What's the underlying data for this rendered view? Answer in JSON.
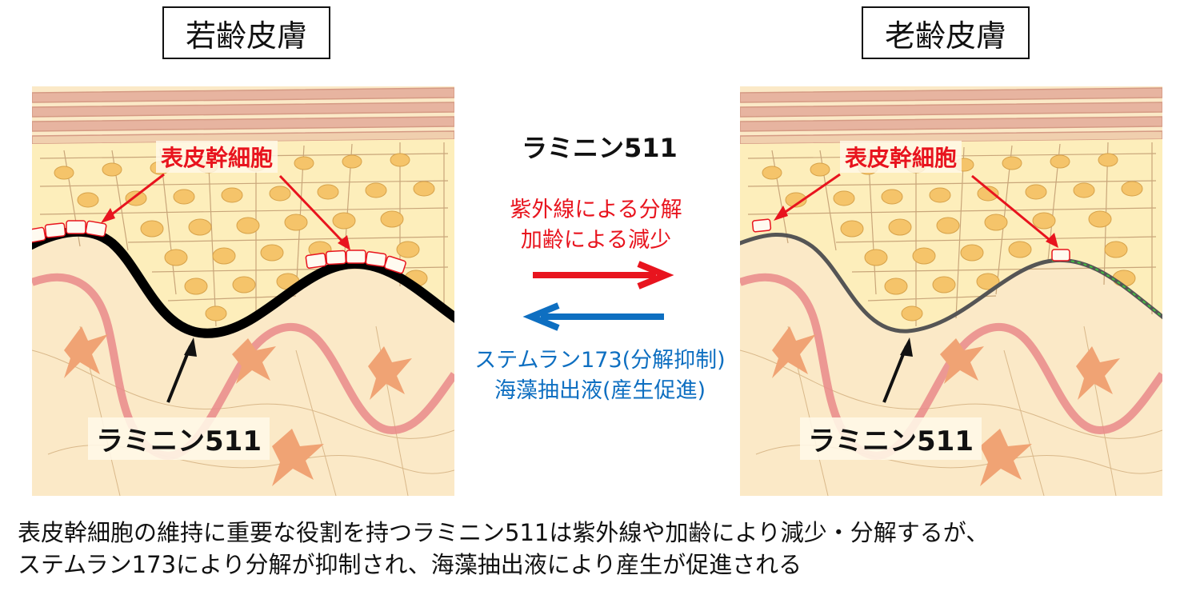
{
  "titles": {
    "young": "若齢皮膚",
    "aged": "老齢皮膚"
  },
  "young_panel": {
    "stem_cell_label": "表皮幹細胞",
    "laminin_label": "ラミニン511"
  },
  "aged_panel": {
    "stem_cell_label": "表皮幹細胞",
    "laminin_label": "ラミニン511"
  },
  "center": {
    "title": "ラミニン511",
    "degrade_line1": "紫外線による分解",
    "degrade_line2": "加齢による減少",
    "protect_line1": "ステムラン173(分解抑制)",
    "protect_line2": "海藻抽出液(産生促進)"
  },
  "caption": {
    "line1": "表皮幹細胞の維持に重要な役割を持つラミニン511は紫外線や加齢により減少・分解するが、",
    "line2": "ステムラン173により分解が抑制され、海藻抽出液により産生が促進される"
  },
  "colors": {
    "red": "#e8141e",
    "blue": "#0e6fc1",
    "skin_bg": "#fbe9c7",
    "cell_fill": "#f5c46a",
    "capillary": "#e98a8a",
    "fibroblast": "#f0a374",
    "membrane_young": "#000000",
    "membrane_aged": "#555555"
  },
  "icons": [
    "cell-shape",
    "arrow-right",
    "arrow-left"
  ]
}
